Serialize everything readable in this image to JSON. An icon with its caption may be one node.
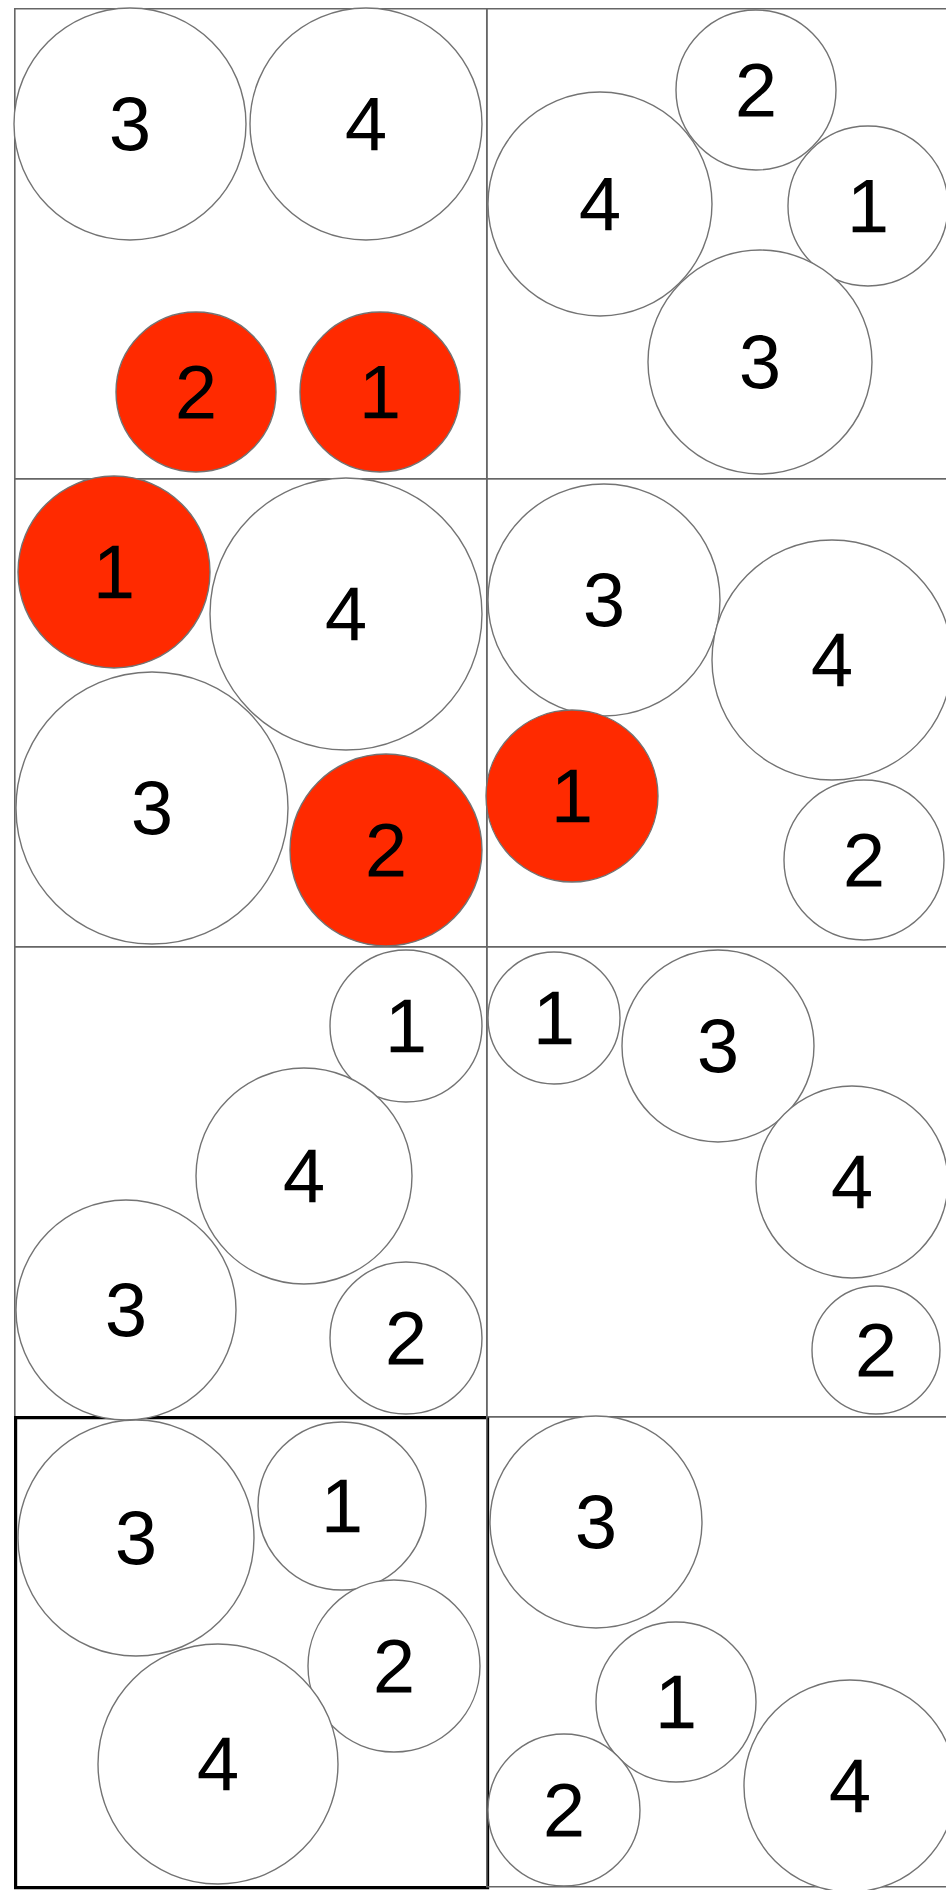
{
  "diagram": {
    "nodes": [
      {
        "text": [],
        "shape": "box"
      },
      {
        "text": [
          "3"
        ],
        "in": 0
      },
      {
        "text": [
          "4"
        ],
        "in": 0
      },
      {
        "text": [
          "2"
        ],
        "in": 0
      },
      {
        "text": [
          "1"
        ],
        "in": 0
      },
      {
        "text": [],
        "shape": "box"
      },
      {
        "text": [
          "2"
        ],
        "in": 5
      },
      {
        "text": [
          "4"
        ],
        "in": 5
      },
      {
        "text": [
          "1"
        ],
        "in": 5
      },
      {
        "text": [
          "3"
        ],
        "in": 5
      },
      {
        "text": [],
        "shape": "box"
      },
      {
        "text": [
          "1"
        ],
        "in": 10
      },
      {
        "text": [
          "4"
        ],
        "in": 10
      },
      {
        "text": [
          "3"
        ],
        "in": 10
      },
      {
        "text": [
          "2"
        ],
        "in": 10
      },
      {
        "text": [],
        "shape": "box"
      },
      {
        "text": [
          "3"
        ],
        "in": 15
      },
      {
        "text": [
          "4"
        ],
        "in": 15
      },
      {
        "text": [
          "1"
        ],
        "in": 15
      },
      {
        "text": [
          "2"
        ],
        "in": 15
      },
      {
        "text": [],
        "shape": "box"
      },
      {
        "text": [
          "1"
        ],
        "in": 20
      },
      {
        "text": [
          "4"
        ],
        "in": 20
      },
      {
        "text": [
          "3"
        ],
        "in": 20
      },
      {
        "text": [
          "2"
        ],
        "in": 20
      },
      {
        "text": [],
        "shape": "box"
      },
      {
        "text": [
          "1"
        ],
        "in": 25
      },
      {
        "text": [
          "3"
        ],
        "in": 25
      },
      {
        "text": [
          "4"
        ],
        "in": 25
      },
      {
        "text": [
          "2"
        ],
        "in": 25
      },
      {
        "text": [],
        "shape": "box"
      },
      {
        "text": [
          "1"
        ],
        "in": 30
      },
      {
        "text": [
          "3"
        ],
        "in": 30
      },
      {
        "text": [
          "2"
        ],
        "in": 30
      },
      {
        "text": [
          "4"
        ],
        "in": 30
      },
      {
        "text": [],
        "shape": "box"
      },
      {
        "text": [
          "3"
        ],
        "in": 35
      },
      {
        "text": [
          "1"
        ],
        "in": 35
      },
      {
        "text": [
          "2"
        ],
        "in": 35
      },
      {
        "text": [
          "4"
        ],
        "in": 35
      }
    ]
  }
}
